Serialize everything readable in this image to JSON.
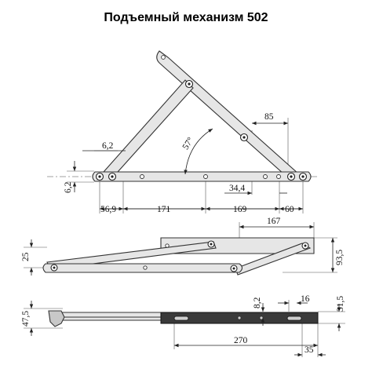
{
  "title": "Подъемный механизм 502",
  "top_view": {
    "dims": {
      "d85": "85",
      "d6_2_top": "6,2",
      "d6_2_side": "6,2",
      "angle": "57°",
      "d34_4": "34,4",
      "d56_9": "56,9",
      "d171": "171",
      "d169": "169",
      "d60": "60"
    }
  },
  "middle_view": {
    "dims": {
      "d167": "167",
      "d25": "25",
      "d93_5": "93,5"
    }
  },
  "bottom_view": {
    "dims": {
      "d47_5": "47,5",
      "d8_2": "8,2",
      "d16": "16",
      "d31_5": "31,5",
      "d270": "270",
      "d35": "35"
    }
  },
  "colors": {
    "metal_light": "#e6e6e6",
    "metal_dark": "#3a3a3a",
    "line": "#222222"
  }
}
